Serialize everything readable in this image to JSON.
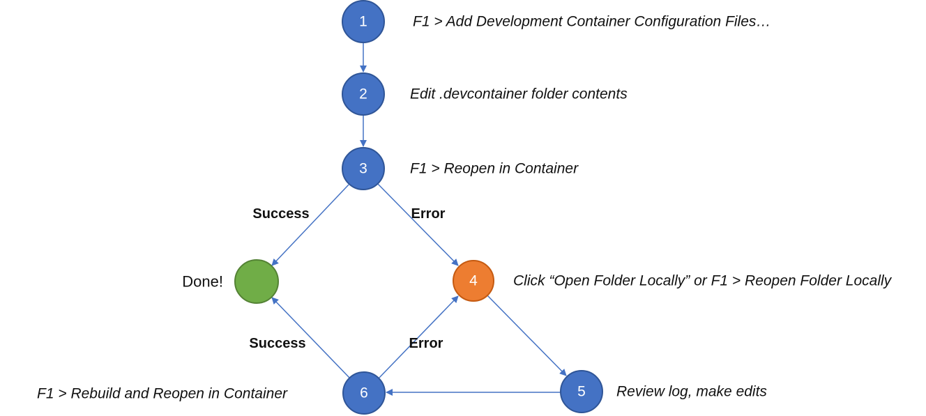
{
  "colors": {
    "node_blue": "#4472C4",
    "node_blue_border": "#2F5597",
    "node_green": "#70AD47",
    "node_green_border": "#548235",
    "node_orange": "#ED7D31",
    "node_orange_border": "#C55A11",
    "arrow": "#4472C4",
    "node_number": "#FFFFFF",
    "text": "#111111"
  },
  "nodes": {
    "n1": {
      "number": "1",
      "annotation": "F1 > Add Development Container Configuration Files…"
    },
    "n2": {
      "number": "2",
      "annotation": "Edit .devcontainer folder contents"
    },
    "n3": {
      "number": "3",
      "annotation": "F1 > Reopen in Container"
    },
    "n4": {
      "number": "4",
      "annotation": "Click “Open Folder Locally” or F1 > Reopen Folder Locally"
    },
    "n5": {
      "number": "5",
      "annotation": "Review log, make edits"
    },
    "n6": {
      "number": "6",
      "annotation": "F1 > Rebuild and Reopen in Container"
    },
    "done": {
      "label": "Done!"
    }
  },
  "edge_labels": {
    "success_top": "Success",
    "error_top": "Error",
    "success_bottom": "Success",
    "error_bottom": "Error"
  }
}
